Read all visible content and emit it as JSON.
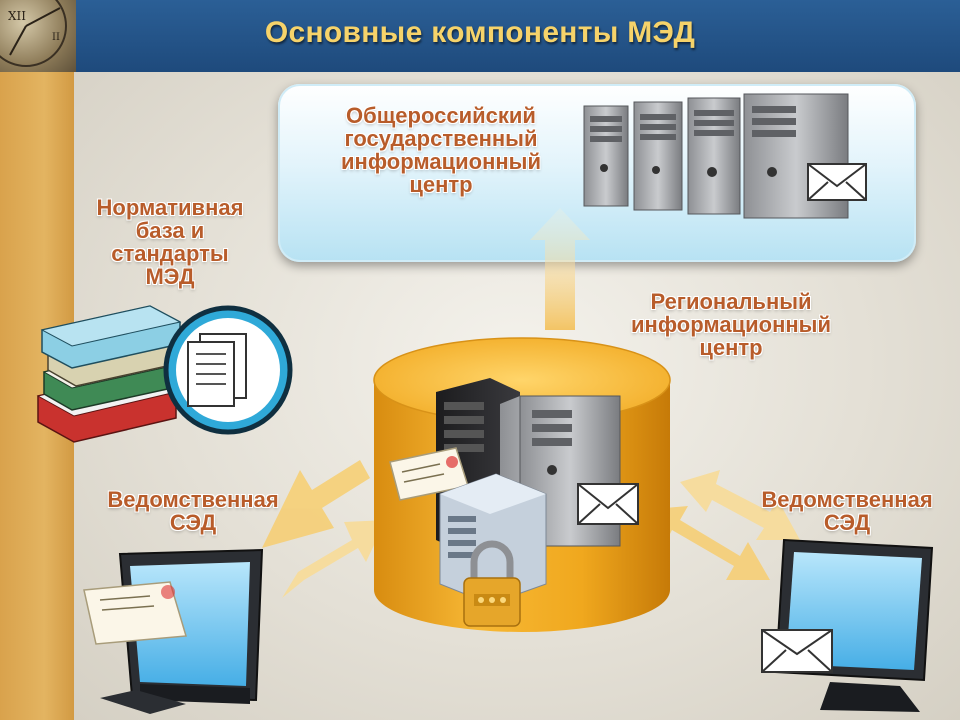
{
  "title": "Основные компоненты МЭД",
  "nodes": {
    "national_center": {
      "lines": [
        "Общероссийский",
        "государственный",
        "информационный",
        "центр"
      ]
    },
    "regulatory_base": {
      "lines": [
        "Нормативная",
        "база и",
        "стандарты",
        "МЭД"
      ]
    },
    "regional_center": {
      "lines": [
        "Региональный",
        "информационный",
        "центр"
      ]
    },
    "dept_sed_left": {
      "lines": [
        "Ведомственная",
        "СЭД"
      ]
    },
    "dept_sed_right": {
      "lines": [
        "Ведомственная",
        "СЭД"
      ]
    }
  },
  "colors": {
    "header": "#1e4a7c",
    "title": "#f6d36a",
    "label": "#b85c2a",
    "cylinder": "#f0a81e",
    "arrow": "#f7d27a",
    "box": "#b7e2f3"
  },
  "icons": [
    "server-rack-icon",
    "book-stack-icon",
    "documents-icon",
    "monitor-icon",
    "envelope-icon",
    "padlock-icon"
  ]
}
